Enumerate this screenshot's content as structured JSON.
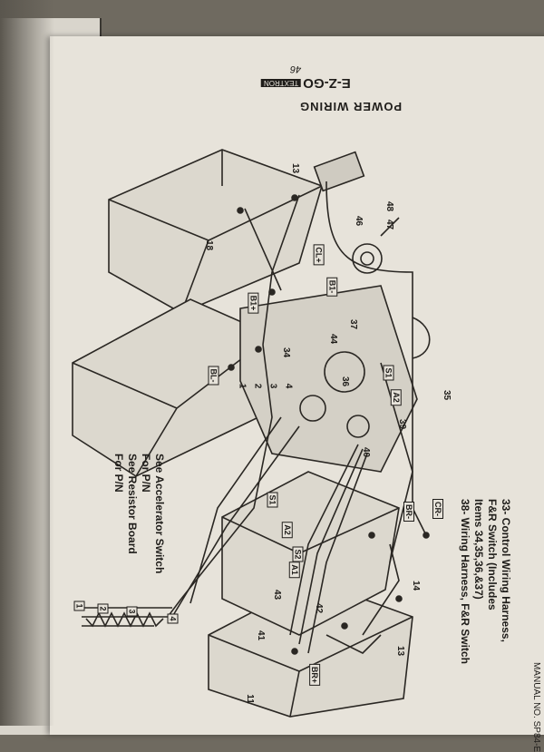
{
  "header": {
    "title": "POWER WIRING",
    "page_number": "46",
    "brand": "E-Z-GO",
    "brand_sub": "TEXTRON"
  },
  "legend": [
    "33- Control Wiring Harness,",
    "F&R Switch (Includes",
    "Items 34,35,36,&37)",
    "38- Wiring Harness, F&R Switch"
  ],
  "references": [
    "See Accelerator Switch",
    "For P/N",
    "See Resistor Board",
    "For P/N"
  ],
  "footer": {
    "manual": "MANUAL NO.  SP84-E"
  },
  "callouts": [
    "13",
    "18",
    "48",
    "47",
    "46",
    "37",
    "44",
    "34",
    "36",
    "35",
    "39",
    "40",
    "14",
    "42",
    "43",
    "41",
    "13",
    "11",
    "4",
    "3",
    "2",
    "1"
  ],
  "tags": [
    "CL+",
    "B1-",
    "B1+",
    "BL-",
    "S1",
    "A2",
    "CR-",
    "BR-",
    "S1",
    "A2",
    "S2",
    "A1",
    "BR+",
    "1",
    "2",
    "3",
    "4"
  ],
  "colors": {
    "paper": "#e7e3da",
    "ink": "#1f1d1a",
    "table": "#6f6a60"
  }
}
